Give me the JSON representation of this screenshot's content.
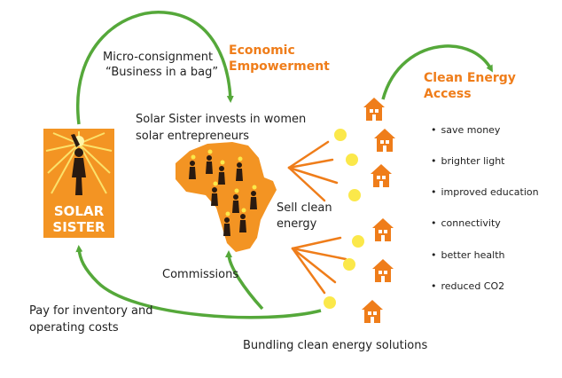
{
  "logo": {
    "line1": "SOLAR",
    "line2": "SISTER",
    "color": "#f39423"
  },
  "labels": {
    "micro_consignment": "Micro-consignment",
    "business_in_bag": "“Business in a bag”",
    "economic_empowerment": "Economic Empowerment",
    "invests_line1": "Solar Sister invests in women",
    "invests_line2": "solar entrepreneurs",
    "sell_line1": "Sell clean",
    "sell_line2": "energy",
    "commissions": "Commissions",
    "pay_line1": "Pay for inventory and",
    "pay_line2": "operating costs",
    "bundling": "Bundling clean energy solutions",
    "clean_energy_line1": "Clean Energy",
    "clean_energy_line2": "Access"
  },
  "benefits": [
    "save money",
    "brighter light",
    "improved education",
    "connectivity",
    "better health",
    "reduced CO2"
  ],
  "colors": {
    "arrow_green": "#55a83a",
    "accent_orange": "#ef7d1a",
    "bulb_yellow": "#fbe84a",
    "africa": "#f39423"
  }
}
